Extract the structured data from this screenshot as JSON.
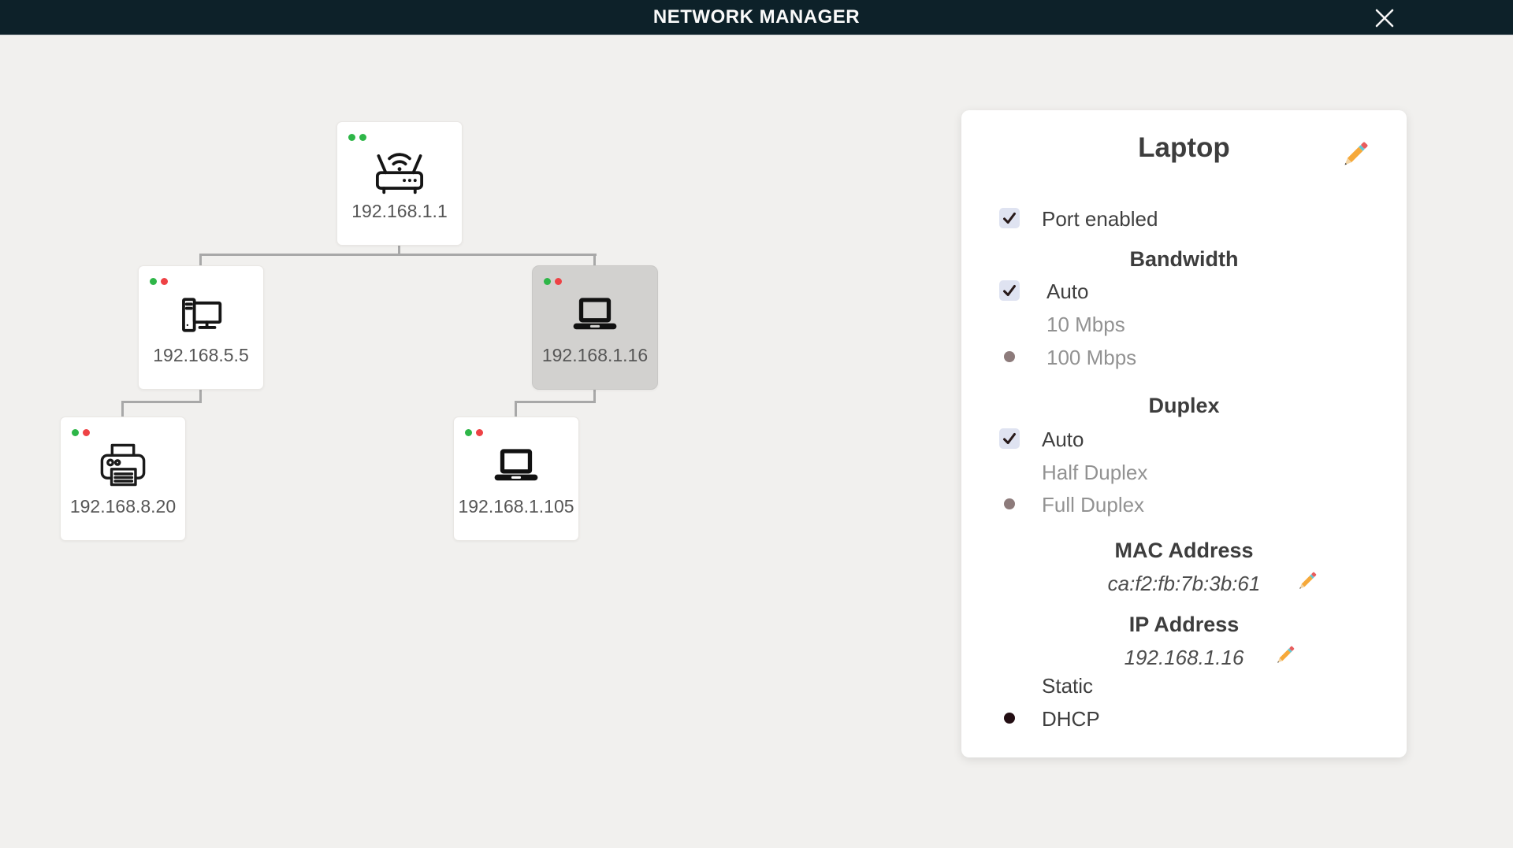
{
  "header": {
    "title": "NETWORK MANAGER",
    "close_icon": "x-close"
  },
  "tree": {
    "nodes": [
      {
        "id": "router",
        "type": "router",
        "ip": "192.168.1.1",
        "status_dots": [
          "green",
          "green"
        ],
        "selected": false
      },
      {
        "id": "desktop",
        "type": "desktop",
        "ip": "192.168.5.5",
        "status_dots": [
          "green",
          "red"
        ],
        "selected": false
      },
      {
        "id": "laptop-16",
        "type": "laptop",
        "ip": "192.168.1.16",
        "status_dots": [
          "green",
          "red"
        ],
        "selected": true
      },
      {
        "id": "printer",
        "type": "printer",
        "ip": "192.168.8.20",
        "status_dots": [
          "green",
          "red"
        ],
        "selected": false
      },
      {
        "id": "laptop-105",
        "type": "laptop",
        "ip": "192.168.1.105",
        "status_dots": [
          "green",
          "red"
        ],
        "selected": false
      }
    ],
    "edges": [
      {
        "from": "router",
        "to": "desktop"
      },
      {
        "from": "router",
        "to": "laptop-16"
      },
      {
        "from": "desktop",
        "to": "printer"
      },
      {
        "from": "laptop-16",
        "to": "laptop-105"
      }
    ]
  },
  "panel": {
    "title": "Laptop",
    "port": {
      "label": "Port enabled",
      "checked": true
    },
    "bandwidth": {
      "heading": "Bandwidth",
      "options": [
        {
          "label": "Auto",
          "control": "checkbox",
          "state": "checked",
          "muted": false
        },
        {
          "label": "10 Mbps",
          "control": "radio",
          "state": "unchecked",
          "muted": true
        },
        {
          "label": "100 Mbps",
          "control": "radio",
          "state": "selected",
          "muted": true
        }
      ]
    },
    "duplex": {
      "heading": "Duplex",
      "options": [
        {
          "label": "Auto",
          "control": "checkbox",
          "state": "checked",
          "muted": false
        },
        {
          "label": "Half Duplex",
          "control": "radio",
          "state": "unchecked",
          "muted": true
        },
        {
          "label": "Full Duplex",
          "control": "radio",
          "state": "selected",
          "muted": true
        }
      ]
    },
    "mac": {
      "heading": "MAC Address",
      "value": "ca:f2:fb:7b:3b:61"
    },
    "ip": {
      "heading": "IP Address",
      "value": "192.168.1.16"
    },
    "ip_mode": {
      "options": [
        {
          "label": "Static",
          "state": "unchecked"
        },
        {
          "label": "DHCP",
          "state": "selected"
        }
      ]
    }
  },
  "colors": {
    "header_bg": "#0d2129",
    "page_bg": "#f1f0ee",
    "selected_node_bg": "#d2d1cf",
    "connector": "#a8a8a8",
    "status_green": "#2eb648",
    "status_red": "#ee4245",
    "checkbox_bg": "#dfe3f1",
    "radio_muted_dot": "#8d7b7b",
    "radio_dark_dot": "#230e13",
    "text_dark": "#3d3d3d",
    "text_muted": "#929292"
  }
}
